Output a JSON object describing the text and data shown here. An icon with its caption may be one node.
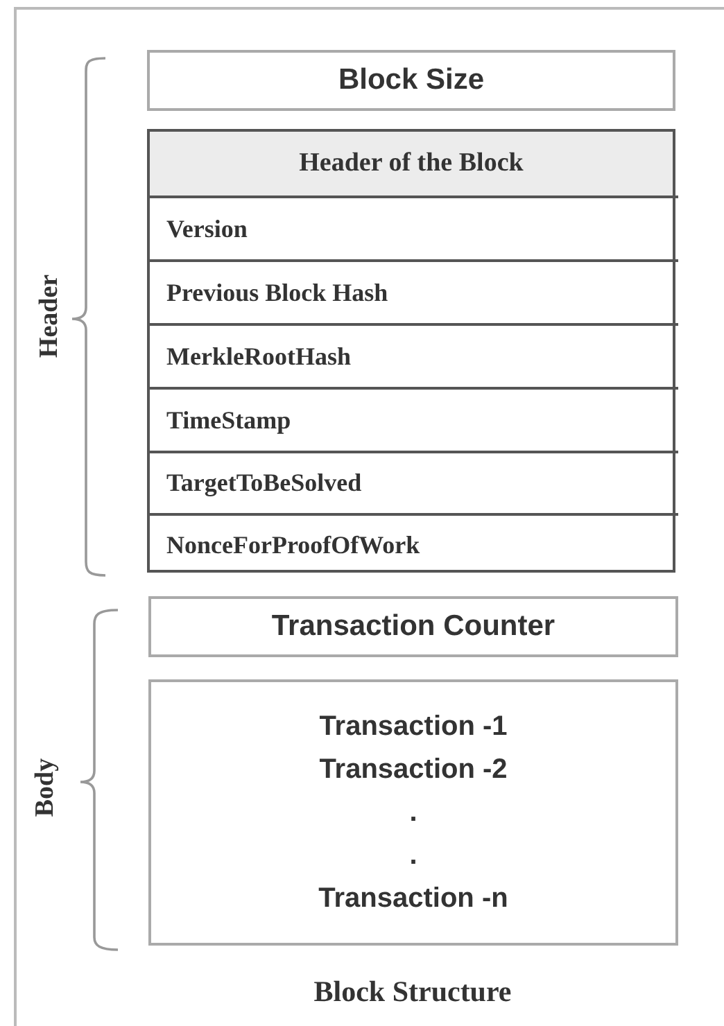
{
  "diagram": {
    "caption": "Block Structure",
    "nodes": [
      {
        "text": [
          "Block Size"
        ]
      },
      {
        "text": [
          "Header of the Block"
        ]
      },
      {
        "text": [
          "Version"
        ],
        "in": 1
      },
      {
        "text": [
          "Previous Block Hash"
        ],
        "in": 1
      },
      {
        "text": [
          "MerkleRootHash"
        ],
        "in": 1
      },
      {
        "text": [
          "TimeStamp"
        ],
        "in": 1
      },
      {
        "text": [
          "TargetToBeSolved"
        ],
        "in": 1
      },
      {
        "text": [
          "NonceForProofOfWork"
        ],
        "in": 1
      },
      {
        "text": [
          "Transaction Counter"
        ]
      },
      {
        "text": [
          "Transaction -1",
          "Transaction -2",
          ".",
          ".",
          "Transaction -n"
        ]
      }
    ],
    "edges": [],
    "labels": [
      "Header",
      "Body"
    ]
  }
}
